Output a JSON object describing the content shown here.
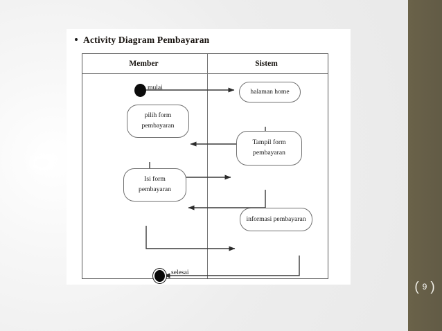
{
  "slide": {
    "page_number": "9",
    "bracket_left": "(",
    "bracket_right": ")",
    "accent_color": "#645d48"
  },
  "content": {
    "bullet_title": "Activity Diagram Pembayaran"
  },
  "diagram": {
    "type": "uml-activity-diagram",
    "lanes": [
      {
        "id": "member",
        "label": "Member"
      },
      {
        "id": "sistem",
        "label": "Sistem"
      }
    ],
    "nodes": [
      {
        "id": "start",
        "kind": "initial-node",
        "lane": "member",
        "label": ""
      },
      {
        "id": "n1",
        "kind": "action",
        "lane": "member",
        "label_line1": "pilih form",
        "label_line2": "pembayaran"
      },
      {
        "id": "n2",
        "kind": "action",
        "lane": "member",
        "label_line1": "Isi form",
        "label_line2": "pembayaran"
      },
      {
        "id": "s1",
        "kind": "action",
        "lane": "sistem",
        "label_line1": "halaman home",
        "label_line2": ""
      },
      {
        "id": "s2",
        "kind": "action",
        "lane": "sistem",
        "label_line1": "Tampil form",
        "label_line2": "pembayaran"
      },
      {
        "id": "s3",
        "kind": "action",
        "lane": "sistem",
        "label_line1": "informasi pembayaran",
        "label_line2": ""
      },
      {
        "id": "end",
        "kind": "final-node",
        "lane": "member",
        "label": ""
      }
    ],
    "edge_labels": [
      {
        "id": "mulai",
        "text": "mulai"
      },
      {
        "id": "selesai",
        "text": "selesai"
      }
    ],
    "edges": [
      {
        "from": "start",
        "to": "s1"
      },
      {
        "from": "s1",
        "to": "n1"
      },
      {
        "from": "n1",
        "to": "s2"
      },
      {
        "from": "s2",
        "to": "n2"
      },
      {
        "from": "n2",
        "to": "s3"
      },
      {
        "from": "s3",
        "to": "end"
      }
    ]
  }
}
